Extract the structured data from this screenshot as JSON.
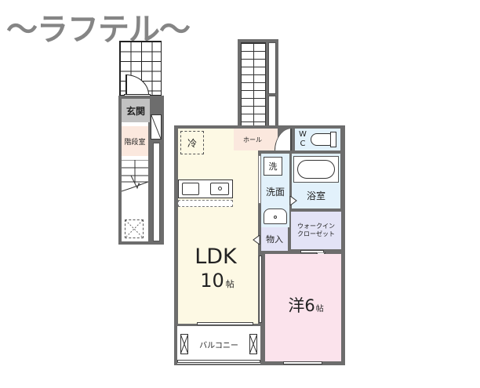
{
  "title": "〜ラフテル〜",
  "colors": {
    "wall": "#6d6d6d",
    "ldk": "#fdf9e4",
    "western_room": "#fbe3ec",
    "hall": "#fbe8de",
    "wet_area": "#e2f1fb",
    "closet": "#e3e3f6",
    "entrance": "#c2c2c2",
    "title": "#858585"
  },
  "rooms": {
    "entrance": "玄関",
    "stairwell": "階段室",
    "hall": "ホール",
    "wc_line1": "W",
    "wc_line2": "C",
    "fridge": "冷",
    "washer": "洗",
    "washroom": "洗面",
    "bathroom": "浴室",
    "storage": "物入",
    "walk_in_closet_line1": "ウォークイン",
    "walk_in_closet_line2": "クローゼット",
    "ldk_name": "LDK",
    "ldk_size": "10",
    "ldk_unit": "帖",
    "western_name": "洋",
    "western_size": "6",
    "western_unit": "帖",
    "balcony": "バルコニー"
  }
}
